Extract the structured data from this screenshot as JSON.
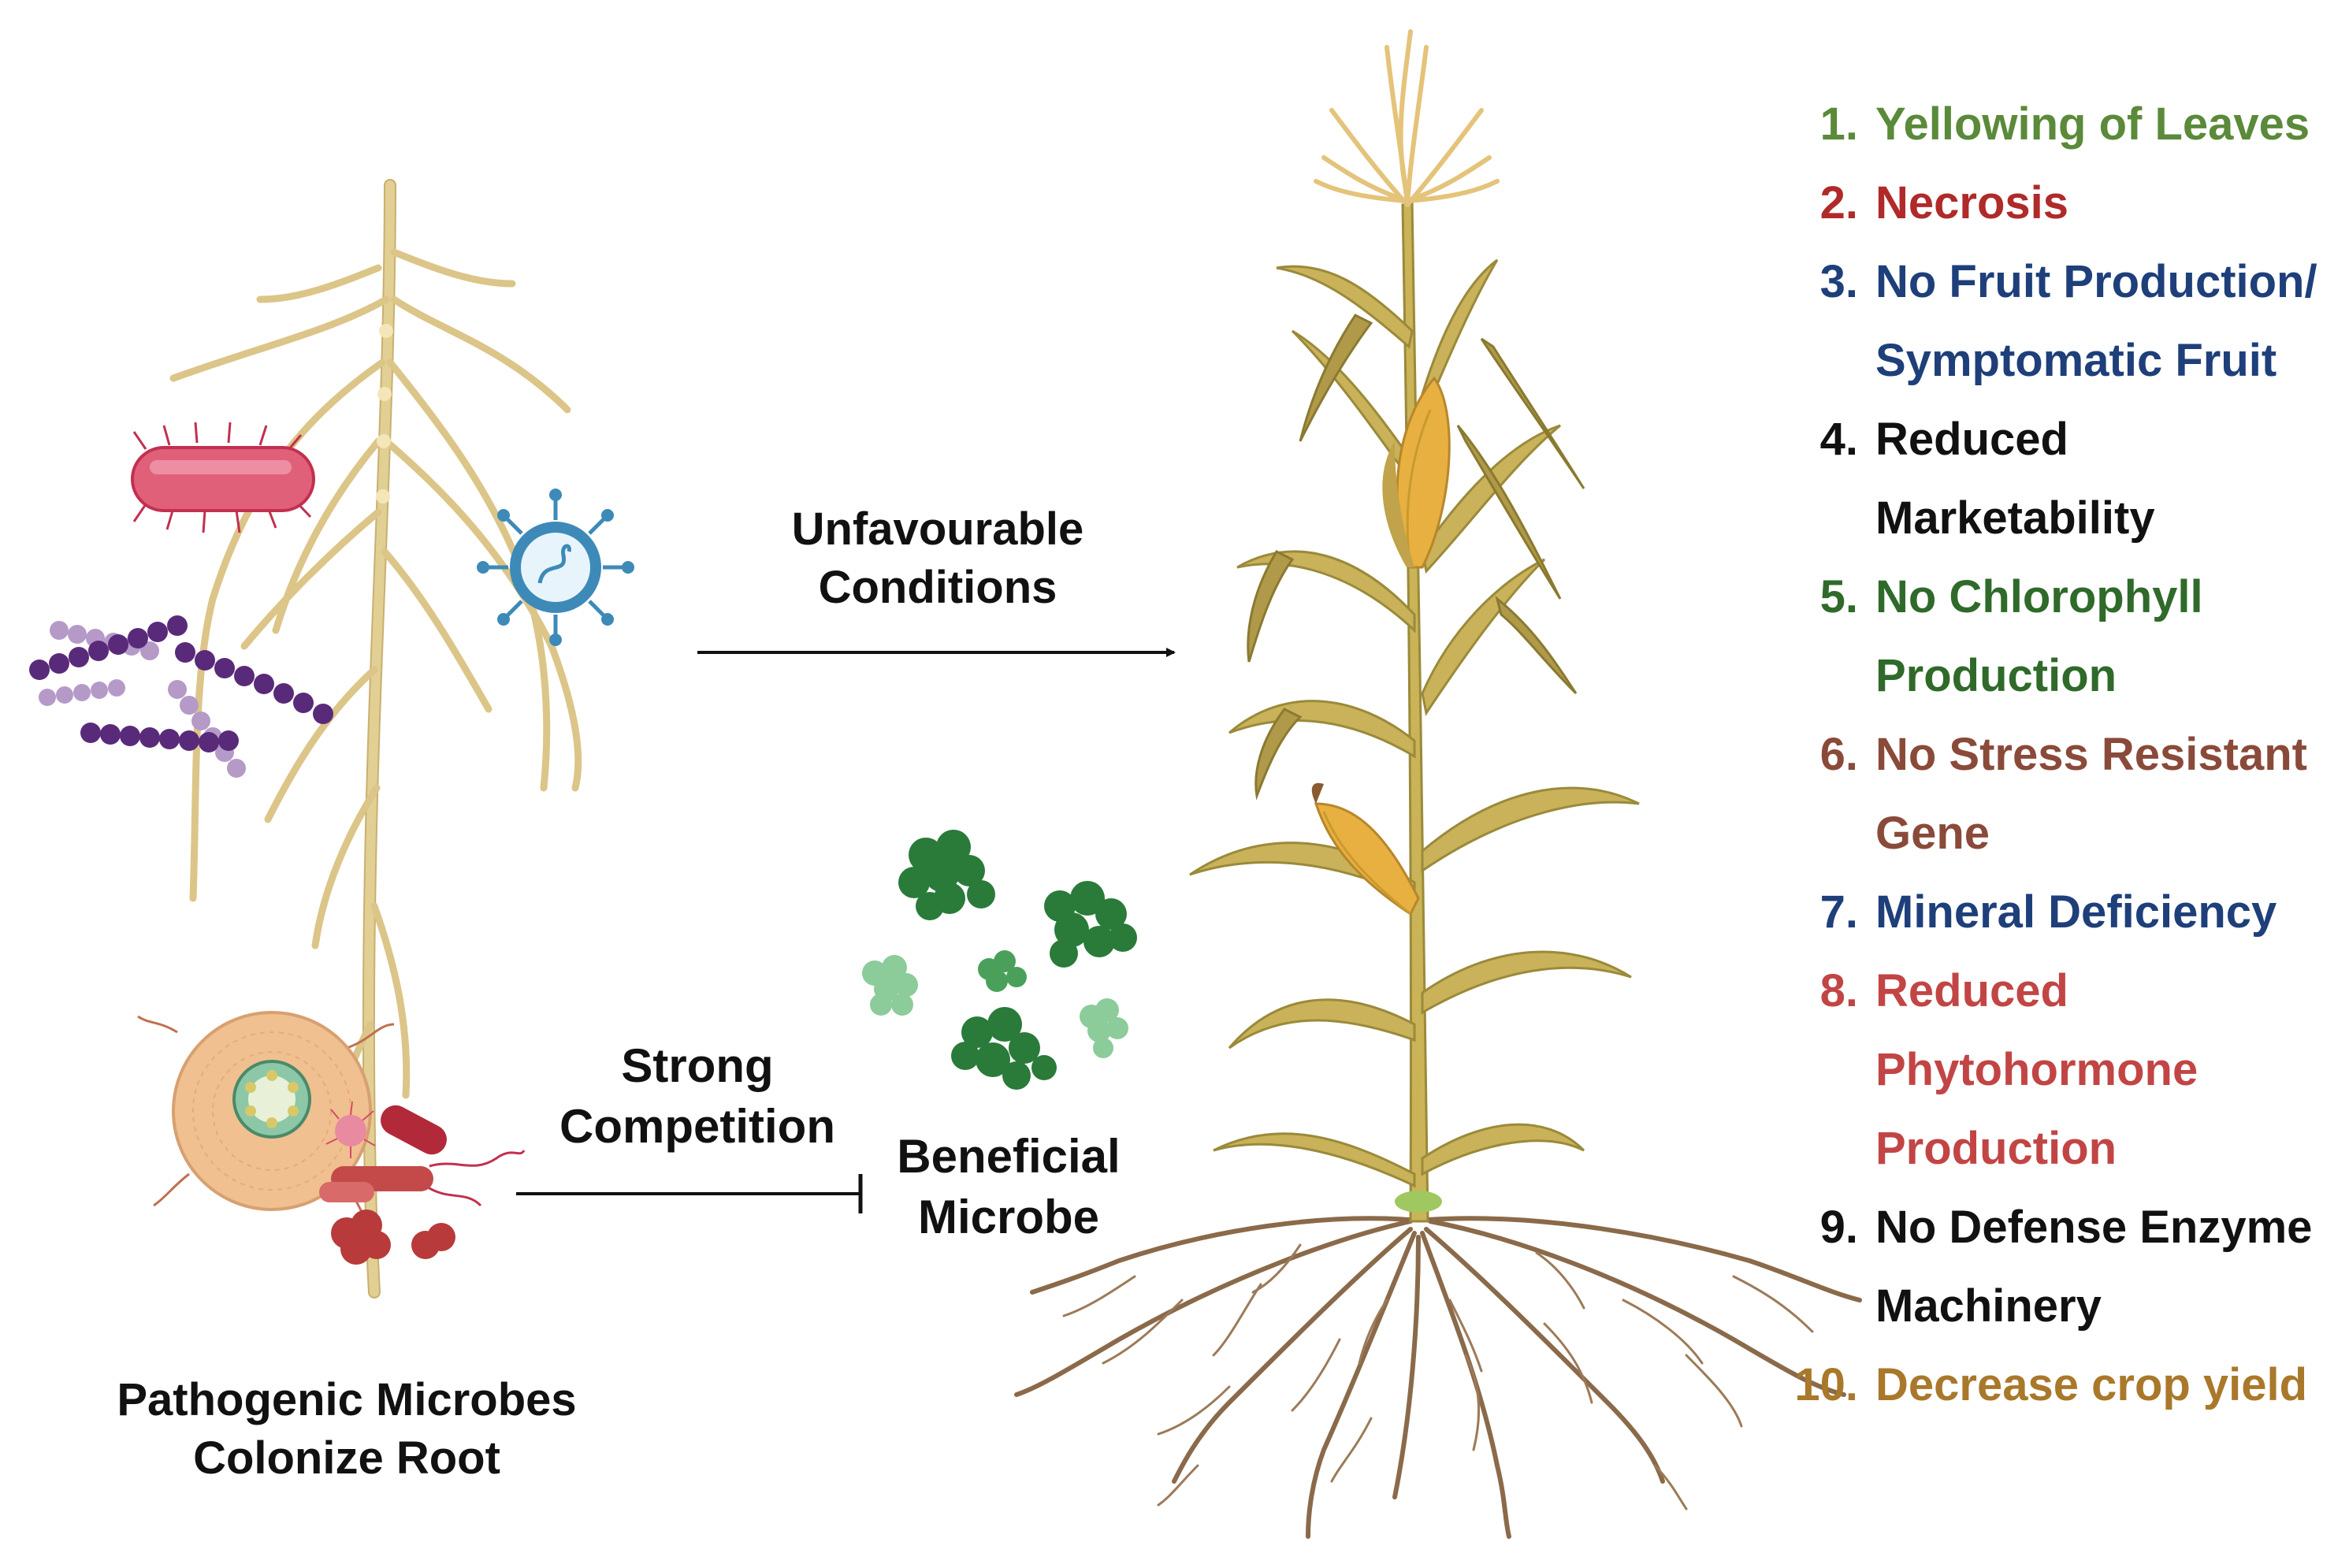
{
  "captions": {
    "unfavourable": [
      "Unfavourable",
      "Conditions"
    ],
    "strong_competition": [
      "Strong",
      "Competition"
    ],
    "beneficial_microbe": [
      "Beneficial",
      "Microbe"
    ],
    "pathogenic": [
      "Pathogenic Microbes",
      "Colonize Root"
    ]
  },
  "symptoms": [
    {
      "num": "1.",
      "lines": [
        "Yellowing of Leaves"
      ],
      "color": "#5a8a3a"
    },
    {
      "num": "2.",
      "lines": [
        "Necrosis"
      ],
      "color": "#b02a2a"
    },
    {
      "num": "3.",
      "lines": [
        "No Fruit Production/",
        "Symptomatic Fruit"
      ],
      "color": "#1e3f7a"
    },
    {
      "num": "4.",
      "lines": [
        "Reduced",
        "Marketability"
      ],
      "color": "#111111"
    },
    {
      "num": "5.",
      "lines": [
        "No Chlorophyll",
        "Production"
      ],
      "color": "#2f6a2a"
    },
    {
      "num": "6.",
      "lines": [
        "No Stress Resistant",
        "Gene"
      ],
      "color": "#8a4a3a"
    },
    {
      "num": "7.",
      "lines": [
        "Mineral Deficiency"
      ],
      "color": "#1e3f7a"
    },
    {
      "num": "8.",
      "lines": [
        "Reduced",
        "Phytohormone",
        "Production"
      ],
      "color": "#c24545"
    },
    {
      "num": "9.",
      "lines": [
        "No Defense Enzyme",
        "Machinery"
      ],
      "color": "#111111"
    },
    {
      "num": "10.",
      "lines": [
        "Decrease crop yield"
      ],
      "color": "#a9782a"
    }
  ],
  "colors": {
    "root": "#e2cf94",
    "root_stroke": "#c8b070",
    "corn_roots": "#8a6a4a",
    "stalk": "#cbb358",
    "leaf": "#c9b25a",
    "leaf_dark": "#9a8a3a",
    "tassel": "#e4c37a",
    "cob": "#e8b040",
    "bacterium_rod": "#e0607a",
    "chain_purple": "#5a2a7a",
    "chain_light": "#b59ac8",
    "virus": "#3d8ab8",
    "microbe_dark": "#2a7a3a",
    "microbe_light": "#8ccb9a",
    "cross_section": "#f0c090",
    "arrow": "#111111"
  }
}
